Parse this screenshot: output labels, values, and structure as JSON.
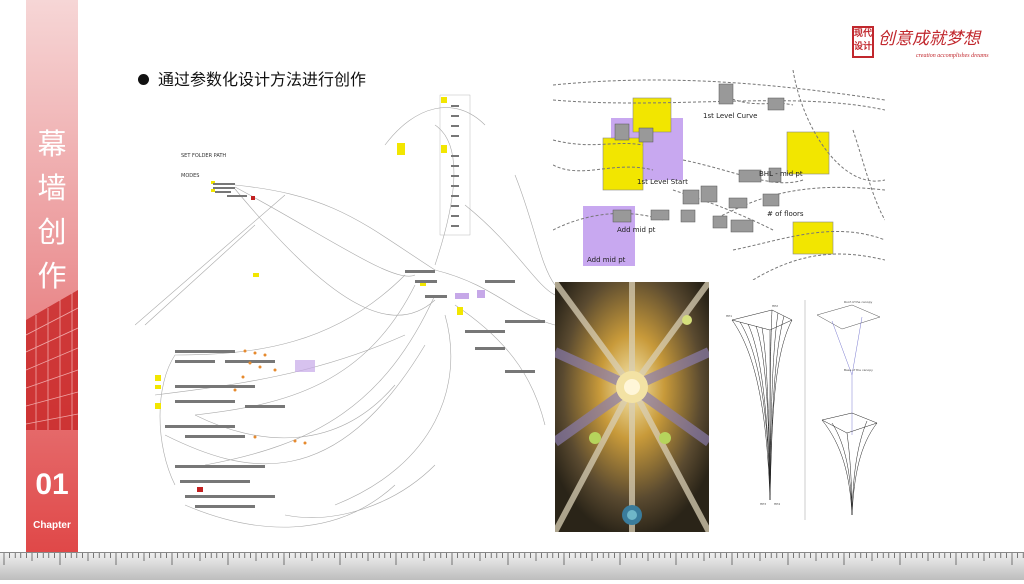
{
  "sidebar": {
    "title_chars": [
      "幕",
      "墙",
      "创",
      "作"
    ],
    "chapter_number": "01",
    "chapter_label": "Chapter",
    "accent": "#e04848"
  },
  "heading": {
    "text": "通过参数化设计方法进行创作"
  },
  "logo": {
    "badge": "现代设计",
    "main": "创意成就梦想",
    "sub": "creation accomplishes dreams",
    "color": "#c1272d"
  },
  "graph_overview": {
    "labels": [
      "SET FOLDER PATH",
      "MODES"
    ]
  },
  "graph_closeup": {
    "groups": [
      "1st Level Curve",
      "1st Level Start",
      "BHL - mid pt",
      "# of floors",
      "Add mid pt",
      "Add mid pt"
    ]
  },
  "column_drawings": {
    "left_labels": [
      "HP1",
      "HP2",
      "HP3",
      "HP4"
    ],
    "right_labels": [
      "Roof of the canopy",
      "Base of the canopy"
    ]
  }
}
